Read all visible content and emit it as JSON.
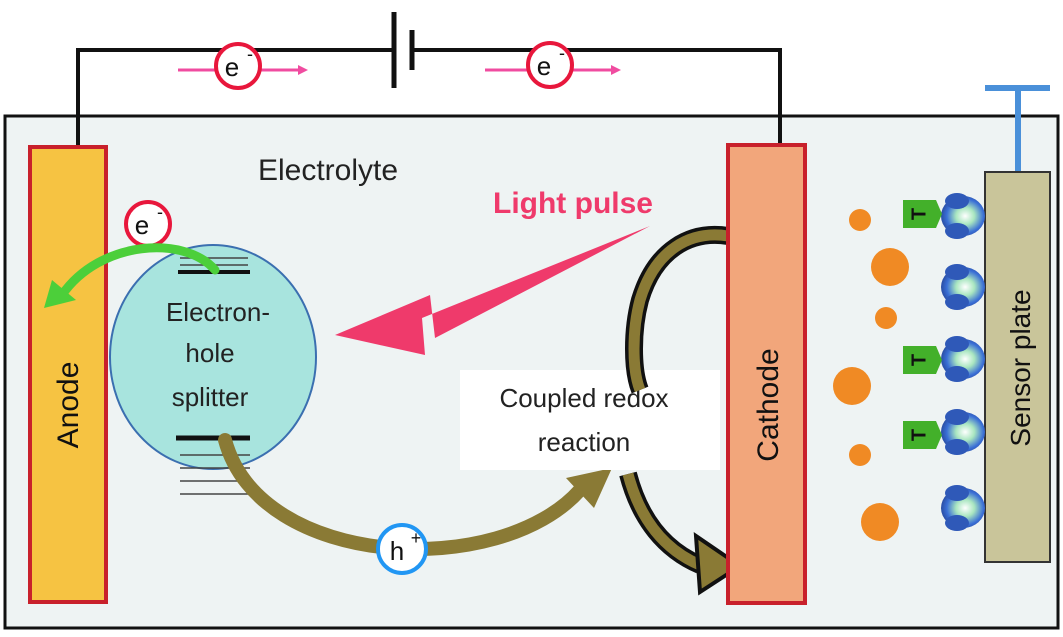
{
  "electron_symbol": "e",
  "electron_charge": "-",
  "hole_symbol": "h",
  "hole_charge": "+",
  "electrolyte_label": "Electrolyte",
  "anode_label": "Anode",
  "cathode_label": "Cathode",
  "sensor_plate_label": "Sensor plate",
  "light_pulse_label": "Light pulse",
  "splitter_label": [
    "Electron-",
    "hole",
    "splitter"
  ],
  "redox_label": [
    "Coupled redox",
    "reaction"
  ],
  "antibody_tag": "T",
  "colors": {
    "electrolyte_bg": "#eef3f3",
    "anode_fill": "#f6c342",
    "cathode_fill": "#f2a67b",
    "electrode_border": "#c8202b",
    "splitter_fill": "#a8e4de",
    "splitter_border": "#3b6fb0",
    "electron_ring": "#e8173c",
    "electron_arrow": "#f04ca0",
    "hole_ring": "#2196f3",
    "light_pulse": "#ef3a6b",
    "green_arrow": "#4ccf3a",
    "olive_arrow": "#8a7a35",
    "sensor_plate": "#c9c59a",
    "sensor_stick": "#4a90d9",
    "analyte": "#f08a24",
    "antibody": "#3a6fd6",
    "tag_fill": "#43b02a"
  }
}
